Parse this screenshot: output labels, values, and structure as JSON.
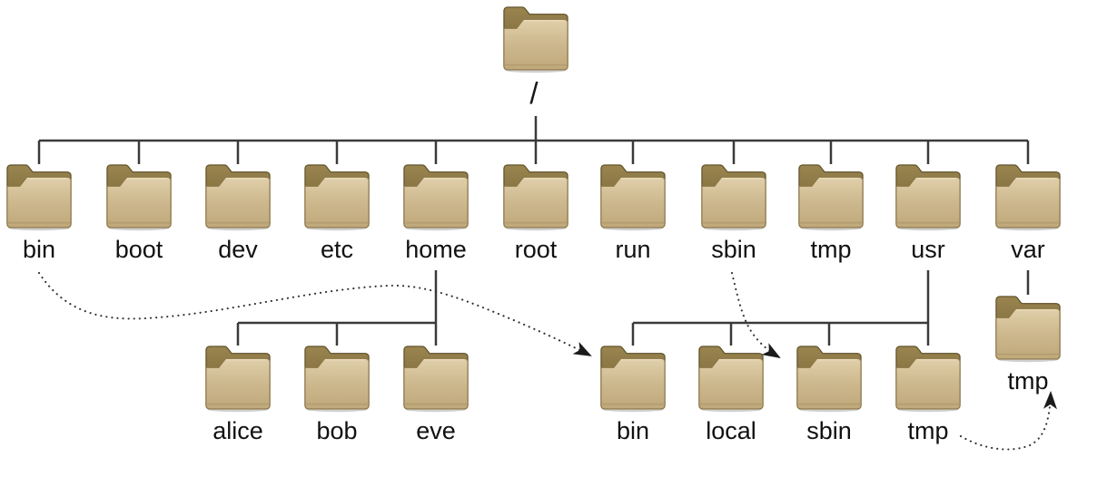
{
  "diagram": {
    "type": "filesystem-tree",
    "root_label": "/",
    "level1_dirs": [
      "bin",
      "boot",
      "dev",
      "etc",
      "home",
      "root",
      "run",
      "sbin",
      "tmp",
      "usr",
      "var"
    ],
    "home_children": [
      "alice",
      "bob",
      "eve"
    ],
    "usr_children": [
      "bin",
      "local",
      "sbin",
      "tmp"
    ],
    "var_children": [
      "tmp"
    ],
    "symlinks": [
      {
        "from": "/bin",
        "to": "/usr/bin",
        "style": "dotted-arrow"
      },
      {
        "from": "/sbin",
        "to": "/usr/sbin",
        "style": "dotted-arrow"
      },
      {
        "from": "/usr/tmp",
        "to": "/var/tmp",
        "style": "dotted-arrow"
      }
    ]
  },
  "colors": {
    "background": "#ffffff",
    "folder_front": "#cdb88e",
    "folder_back": "#84703d",
    "folder_outline": "#8c7547",
    "tree_line": "#3a3a3a",
    "arrow": "#1b1b1b",
    "label": "#111111"
  }
}
